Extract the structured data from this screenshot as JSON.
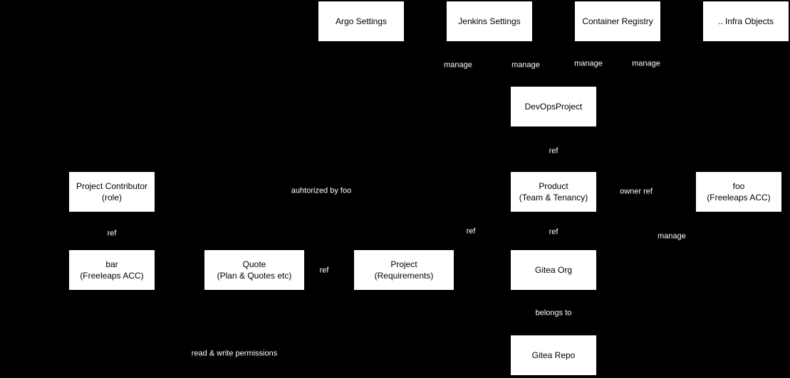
{
  "colors": {
    "background": "#000000",
    "node_fill": "#ffffff",
    "node_text": "#000000",
    "edge_label_text": "#ffffff"
  },
  "nodes": {
    "argo_settings": {
      "line1": "Argo Settings"
    },
    "jenkins_settings": {
      "line1": "Jenkins Settings"
    },
    "container_registry": {
      "line1": "Container Registry"
    },
    "infra_objects": {
      "line1": ".. Infra Objects"
    },
    "devops_project": {
      "line1": "DevOpsProject"
    },
    "product": {
      "line1": "Product",
      "line2": "(Team & Tenancy)"
    },
    "foo_account": {
      "line1": "foo",
      "line2": "(Freeleaps ACC)"
    },
    "project_contributor": {
      "line1": "Project Contributor",
      "line2": "(role)"
    },
    "bar_account": {
      "line1": "bar",
      "line2": "(Freeleaps ACC)"
    },
    "quote": {
      "line1": "Quote",
      "line2": "(Plan & Quotes etc)"
    },
    "project": {
      "line1": "Project",
      "line2": "(Requirements)"
    },
    "gitea_org": {
      "line1": "Gitea Org"
    },
    "gitea_repo": {
      "line1": "Gitea Repo"
    }
  },
  "edge_labels": {
    "manage_argo": "manage",
    "manage_jenkins": "manage",
    "manage_registry": "manage",
    "manage_infra": "manage",
    "ref_devops_product": "ref",
    "authorized_by_foo": "auhtorized by foo",
    "owner_ref": "owner ref",
    "ref_contributor_bar": "ref",
    "manage_foo": "manage",
    "ref_project_product": "ref",
    "ref_product_gitea_org": "ref",
    "ref_quote_project": "ref",
    "belongs_to": "belongs to",
    "read_write_permissions": "read & write permissions"
  }
}
